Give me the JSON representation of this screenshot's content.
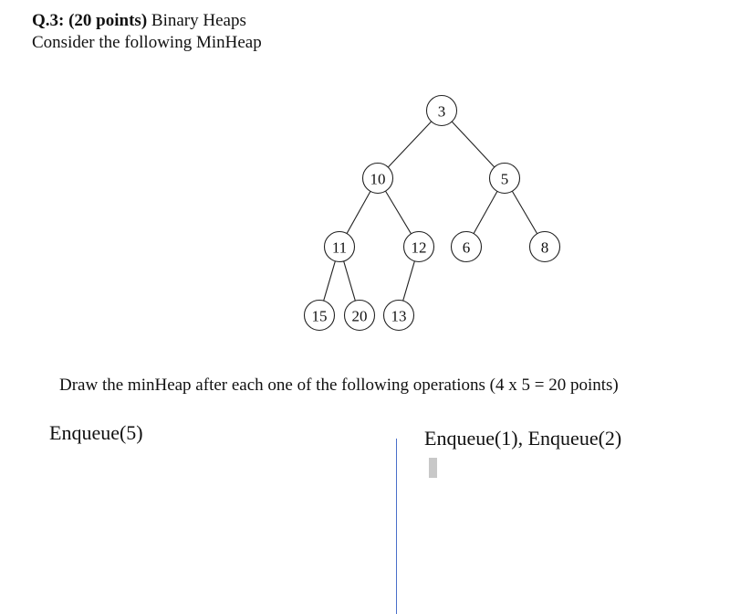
{
  "question": {
    "label": "Q.3: (20 points)",
    "topic": "Binary Heaps",
    "prompt": "Consider the following MinHeap"
  },
  "heap": {
    "nodes": [
      "3",
      "10",
      "5",
      "11",
      "12",
      "6",
      "8",
      "15",
      "20",
      "13"
    ],
    "edges": [
      [
        0,
        1
      ],
      [
        0,
        2
      ],
      [
        1,
        3
      ],
      [
        1,
        4
      ],
      [
        2,
        5
      ],
      [
        2,
        6
      ],
      [
        3,
        7
      ],
      [
        3,
        8
      ],
      [
        4,
        9
      ]
    ]
  },
  "instruction": "Draw the minHeap after each one of the following operations (4 x 5 = 20 points)",
  "operations": {
    "left": "Enqueue(5)",
    "right": "Enqueue(1), Enqueue(2)"
  }
}
